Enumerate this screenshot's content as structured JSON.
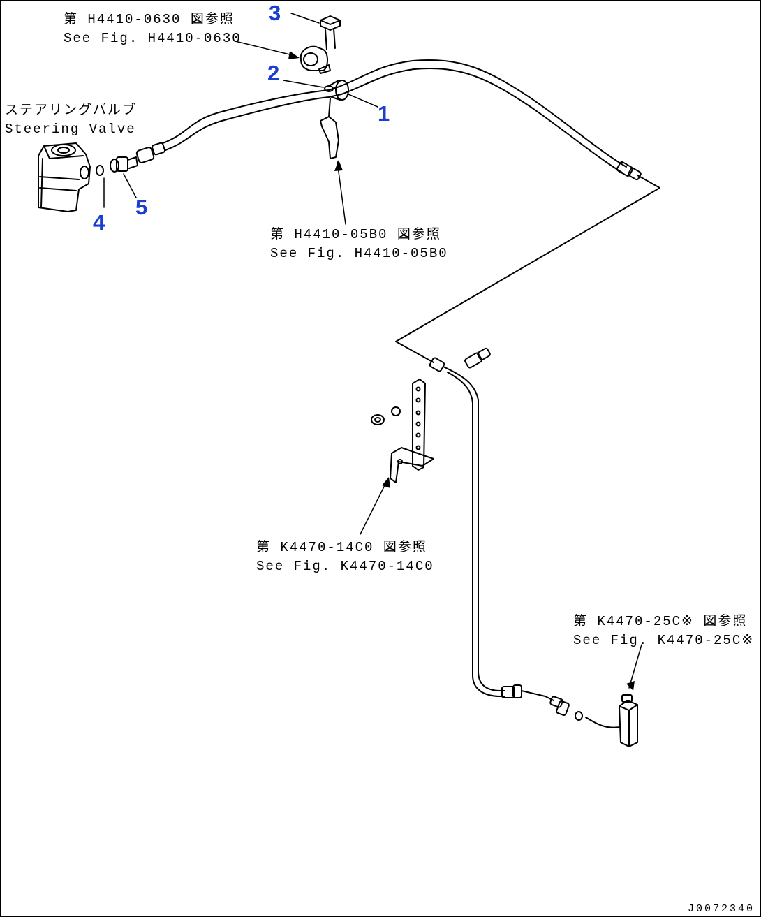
{
  "callouts": {
    "ref_top": {
      "jp": "第 H4410-0630 図参照",
      "en": "See Fig. H4410-0630"
    },
    "steering_valve": {
      "jp": "ステアリングバルブ",
      "en": "Steering Valve"
    },
    "ref_bracket": {
      "jp": "第 H4410-05B0 図参照",
      "en": "See Fig. H4410-05B0"
    },
    "ref_stay": {
      "jp": "第 K4470-14C0 図参照",
      "en": "See Fig. K4470-14C0"
    },
    "ref_fitting": {
      "jp": "第 K4470-25C※ 図参照",
      "en": "See Fig. K4470-25C※"
    }
  },
  "part_numbers": [
    "1",
    "2",
    "3",
    "4",
    "5"
  ],
  "drawing_id": "J0072340",
  "colors": {
    "line": "#000000",
    "part_number": "#1a3fd0",
    "background": "#ffffff"
  }
}
